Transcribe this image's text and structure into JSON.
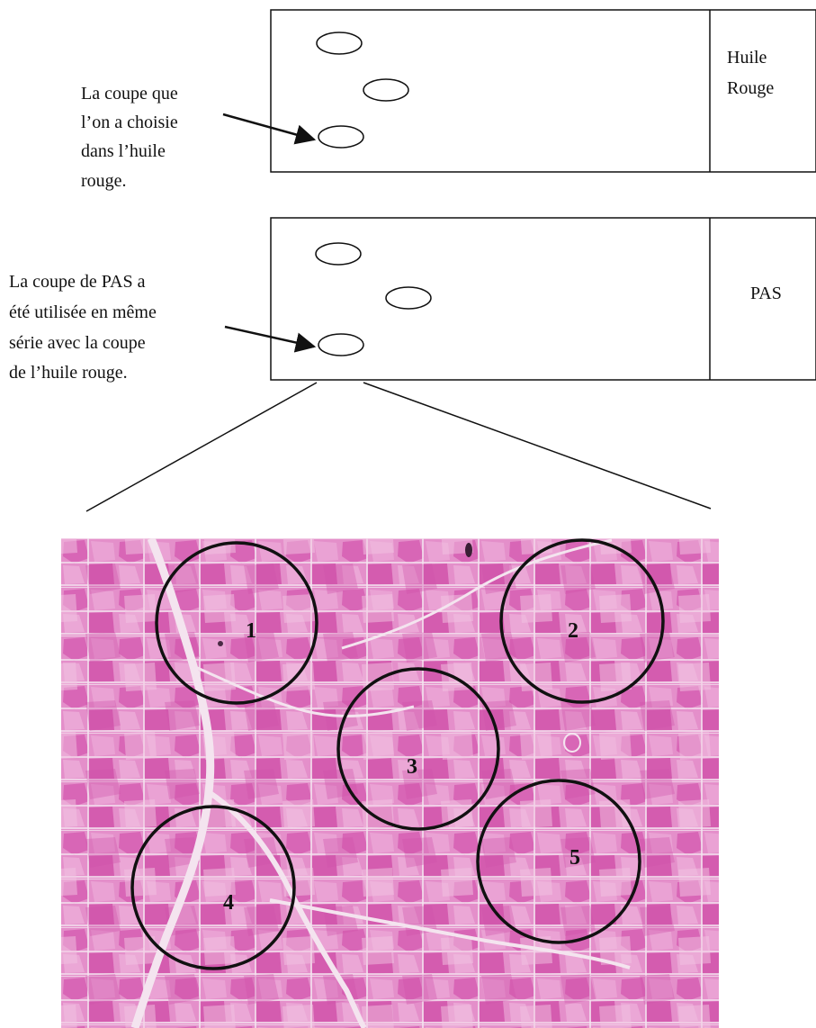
{
  "slides": [
    {
      "id": "huile-rouge",
      "side_label_lines": [
        "Huile",
        "Rouge"
      ],
      "callout_lines": [
        "La coupe que",
        "l’on a choisie",
        "dans l’huile",
        "rouge."
      ]
    },
    {
      "id": "pas",
      "side_label_lines": [
        "PAS"
      ],
      "callout_lines": [
        "La coupe de PAS a",
        "été utilisée en même",
        "série avec la coupe",
        "de l’huile rouge."
      ]
    }
  ],
  "micrograph": {
    "stain_colors": {
      "base": "#e48fca",
      "dark": "#cf4fa8",
      "light": "#f1c3e2",
      "septa": "#f4e4ef"
    },
    "regions": [
      {
        "number": "1"
      },
      {
        "number": "2"
      },
      {
        "number": "3"
      },
      {
        "number": "4"
      },
      {
        "number": "5"
      }
    ]
  },
  "colors": {
    "line": "#111111",
    "background": "#ffffff"
  }
}
